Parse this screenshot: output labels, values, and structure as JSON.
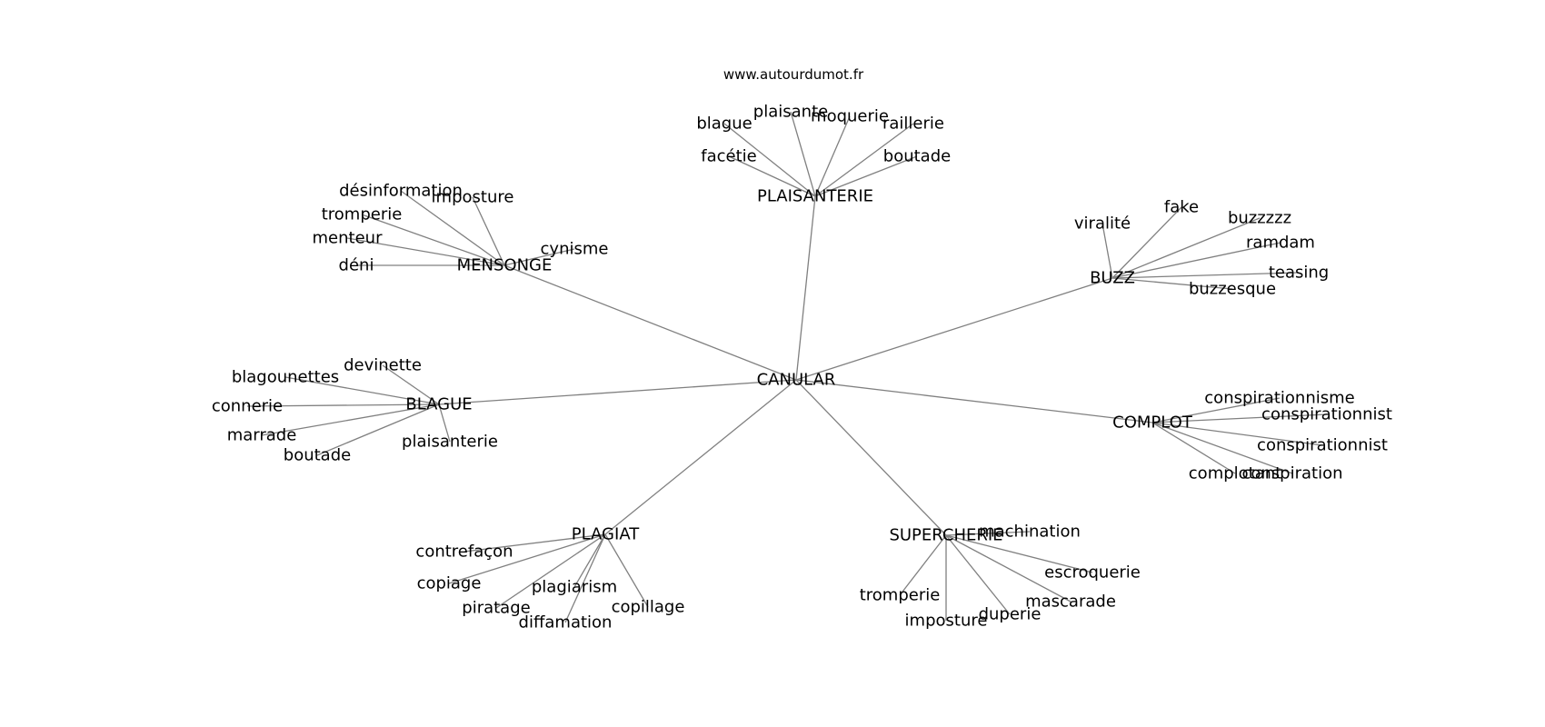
{
  "site": "www.autourdumot.fr",
  "center": "CANULAR",
  "hubs": [
    {
      "id": "plaisanterie",
      "label": "PLAISANTERIE",
      "leaves": [
        "blague",
        "plaisante",
        "moquerie",
        "raillerie",
        "facétie",
        "boutade"
      ]
    },
    {
      "id": "mensonge",
      "label": "MENSONGE",
      "leaves": [
        "désinformation",
        "imposture",
        "tromperie",
        "menteur",
        "déni",
        "cynisme"
      ]
    },
    {
      "id": "buzz",
      "label": "BUZZ",
      "leaves": [
        "viralité",
        "fake",
        "buzzzzz",
        "ramdam",
        "teasing",
        "buzzesque"
      ]
    },
    {
      "id": "blague",
      "label": "BLAGUE",
      "leaves": [
        "devinette",
        "blagounettes",
        "connerie",
        "marrade",
        "boutade",
        "plaisanterie"
      ]
    },
    {
      "id": "complot",
      "label": "COMPLOT",
      "leaves": [
        "conspirationnisme",
        "conspirationnist",
        "conspirationnist",
        "complotant",
        "conspiration"
      ]
    },
    {
      "id": "plagiat",
      "label": "PLAGIAT",
      "leaves": [
        "contrefaçon",
        "copiage",
        "plagiarism",
        "piratage",
        "diffamation",
        "copillage"
      ]
    },
    {
      "id": "supercherie",
      "label": "SUPERCHERIE",
      "leaves": [
        "machination",
        "escroquerie",
        "mascarade",
        "duperie",
        "imposture",
        "tromperie"
      ]
    }
  ]
}
